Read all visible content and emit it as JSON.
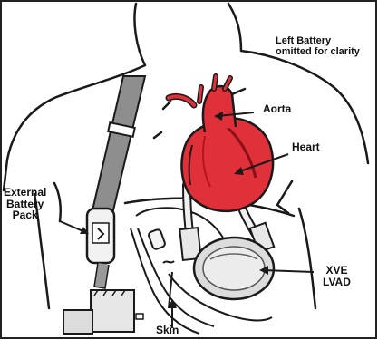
{
  "diagram": {
    "labels": {
      "left_battery_line1": "Left Battery",
      "left_battery_line2": "omitted for clarity",
      "aorta": "Aorta",
      "heart": "Heart",
      "external_battery_line1": "External",
      "external_battery_line2": "Battery",
      "external_battery_line3": "Pack",
      "xve_line1": "XVE",
      "xve_line2": "LVAD",
      "skin": "Skin"
    },
    "colors": {
      "heart_red": "#e0303a",
      "heart_dark": "#b3141e",
      "outline": "#1a1a1a",
      "strap_gray": "#8c8c8c",
      "device_gray": "#d9d9d9"
    }
  }
}
